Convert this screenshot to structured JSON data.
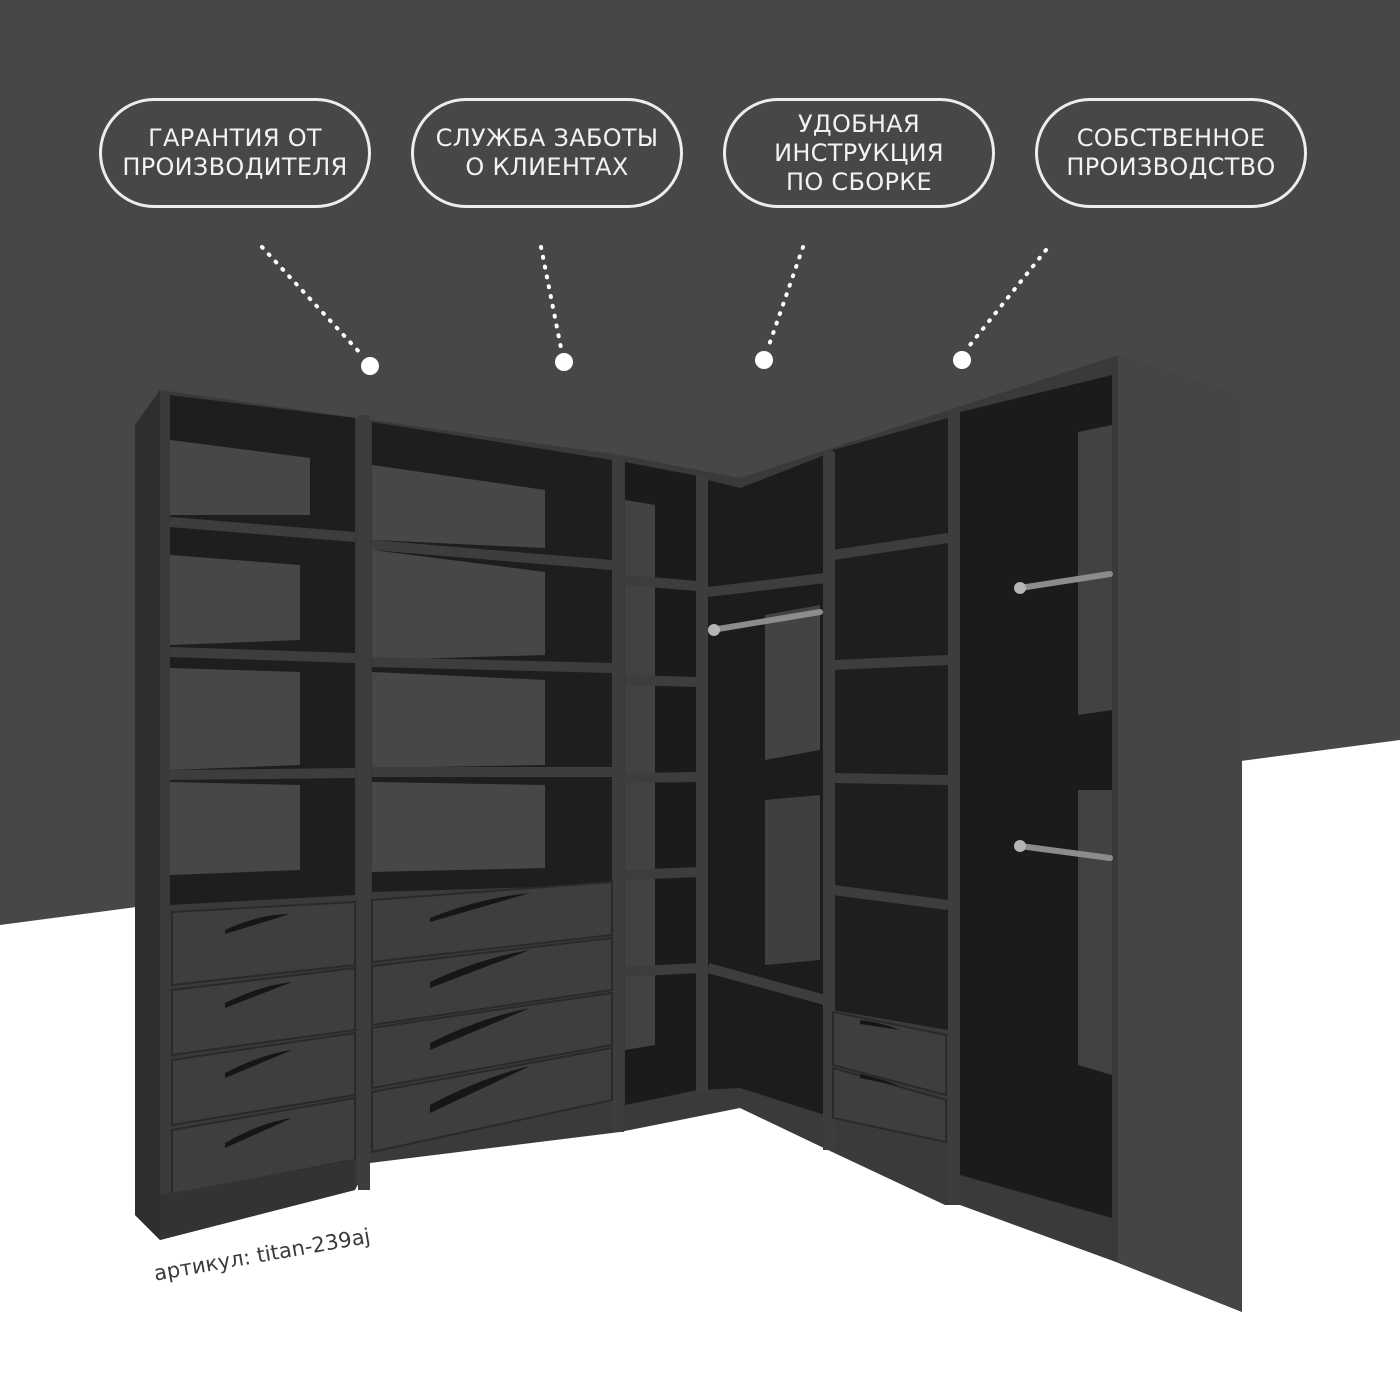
{
  "colors": {
    "background_top": "#474747",
    "background_bottom": "#ffffff",
    "pill_border": "#ededed",
    "pill_text": "#f2f2f2",
    "furniture_body": "#3b3b3b",
    "furniture_inner": "#1f1f1f",
    "article_text": "#3a3a3a"
  },
  "features": [
    {
      "lines": [
        "ГАРАНТИЯ ОТ",
        "ПРОИЗВОДИТЕЛЯ"
      ]
    },
    {
      "lines": [
        "СЛУЖБА ЗАБОТЫ",
        "О КЛИЕНТАХ"
      ]
    },
    {
      "lines": [
        "УДОБНАЯ",
        "ИНСТРУКЦИЯ",
        "ПО СБОРКЕ"
      ]
    },
    {
      "lines": [
        "СОБСТВЕННОЕ",
        "ПРОИЗВОДСТВО"
      ]
    }
  ],
  "product": {
    "article": "артикул: titan-239aj",
    "illustration": "corner-wardrobe"
  }
}
